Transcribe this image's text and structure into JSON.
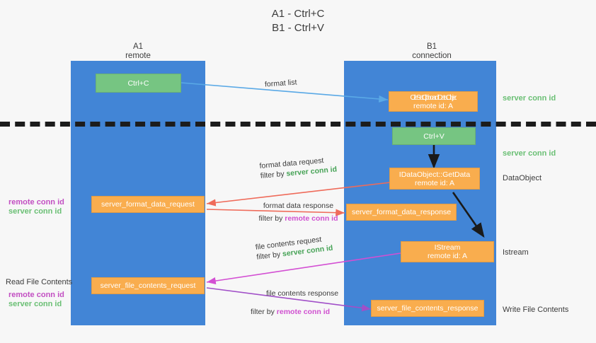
{
  "page": {
    "title": "A1 - Ctrl+C\nB1 - Ctrl+V",
    "background": "#f7f7f7"
  },
  "colors": {
    "lane": "#4285d6",
    "green_node": "#76c582",
    "orange_node": "#f9ad4e",
    "green_text": "#47a357",
    "magenta_text": "#d050d0",
    "arrow_lightblue": "#5aa9e6",
    "arrow_red": "#ef6b5a",
    "arrow_magenta": "#d34fd3",
    "arrow_purple": "#a14fc8",
    "arrow_dark": "#1a1a1a",
    "divider": "#1c1c1c"
  },
  "columns": [
    {
      "name": "A1",
      "sub": "remote"
    },
    {
      "name": "B1",
      "sub": "connection"
    }
  ],
  "nodes": [
    {
      "id": "ctrl-c",
      "label": "Ctrl+C",
      "sub": "",
      "kind": "green"
    },
    {
      "id": "ole-set-clipboard",
      "label": "OleSetClipboard IDataObject",
      "sub": "remote id: A",
      "kind": "orange"
    },
    {
      "id": "ctrl-v",
      "label": "Ctrl+V",
      "sub": "",
      "kind": "green"
    },
    {
      "id": "getdata",
      "label": "IDataObject::GetData",
      "sub": "remote id: A",
      "kind": "orange"
    },
    {
      "id": "format-data-request",
      "label": "server_format_data_request",
      "sub": "",
      "kind": "orange"
    },
    {
      "id": "format-data-response",
      "label": "server_format_data_response",
      "sub": "",
      "kind": "orange"
    },
    {
      "id": "istream",
      "label": "IStream",
      "sub": "remote id: A",
      "kind": "orange"
    },
    {
      "id": "file-contents-request",
      "label": "server_file_contents_request",
      "sub": "",
      "kind": "orange"
    },
    {
      "id": "file-contents-response",
      "label": "server_file_contents_response",
      "sub": "",
      "kind": "orange"
    }
  ],
  "edge_labels": {
    "format_list": "format list",
    "format_data_request": "format data request",
    "format_data_request_filter_prefix": "filter by ",
    "format_data_request_filter_value": "server conn id",
    "format_data_response": "format data response",
    "format_data_response_filter_prefix": "filter by ",
    "format_data_response_filter_value": "remote conn id",
    "file_contents_request": "file contents request",
    "file_contents_request_filter_prefix": "filter by ",
    "file_contents_request_filter_value": "server conn id",
    "file_contents_response": "file contents response",
    "file_contents_response_filter_prefix": "filter by ",
    "file_contents_response_filter_value": "remote conn id"
  },
  "right_labels": [
    {
      "id": "server-conn-id-top",
      "text": "server conn id",
      "style": "green"
    },
    {
      "id": "server-conn-id-second",
      "text": "server conn id",
      "style": "green"
    },
    {
      "id": "dataobject",
      "text": "DataObject",
      "style": "plain"
    },
    {
      "id": "istream",
      "text": "Istream",
      "style": "plain"
    },
    {
      "id": "write-file-contents",
      "text": "Write File Contents",
      "style": "plain"
    }
  ],
  "left_labels": [
    {
      "id": "remote-conn-id-1",
      "text": "remote conn id",
      "style": "mag"
    },
    {
      "id": "server-conn-id-1",
      "text": "server conn id",
      "style": "green"
    },
    {
      "id": "read-file-contents",
      "text": "Read File Contents",
      "style": "plain"
    },
    {
      "id": "remote-conn-id-2",
      "text": "remote conn id",
      "style": "mag"
    },
    {
      "id": "server-conn-id-2",
      "text": "server conn id",
      "style": "green"
    }
  ]
}
